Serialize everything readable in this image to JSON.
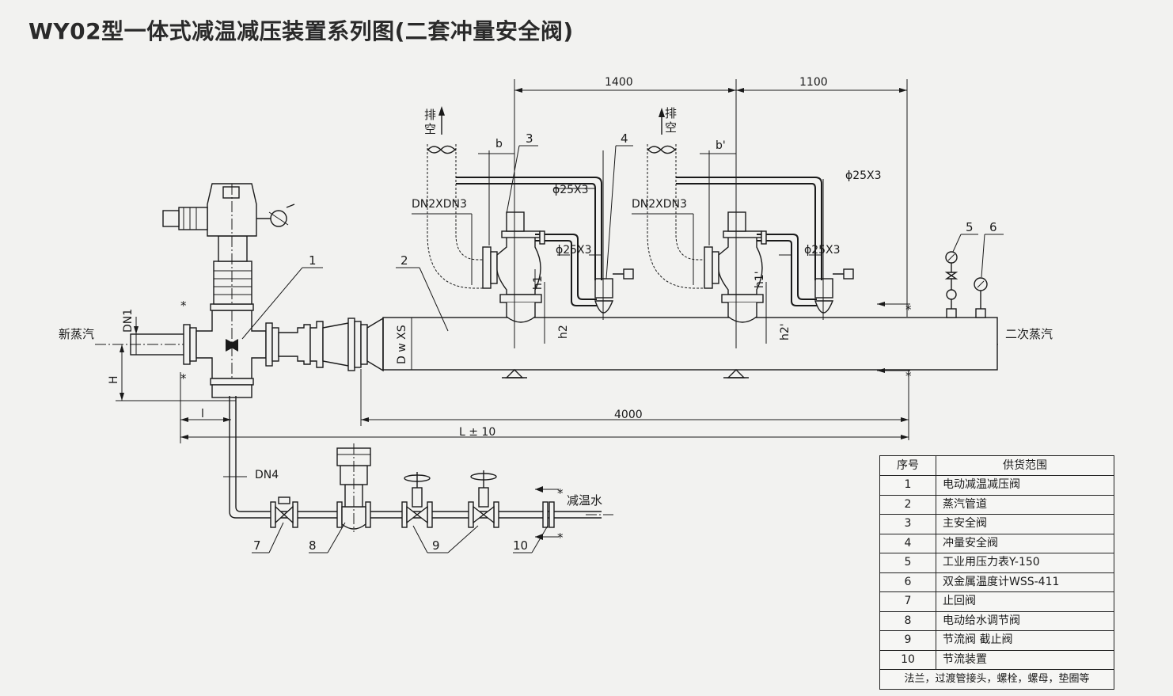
{
  "title": "WY02型一体式减温减压装置系列图(二套冲量安全阀)",
  "labels": {
    "steam_in": "新蒸汽",
    "steam_out": "二次蒸汽",
    "water_in": "减温水",
    "exhaust_1": "排空",
    "exhaust_2": "排空"
  },
  "dimensions": {
    "d1400": "1400",
    "d1100": "1100",
    "d4000": "4000",
    "L": "L ± 10",
    "l": "l",
    "H": "H",
    "DN1": "DN1",
    "DN4": "DN4",
    "DwXS": "D w XS",
    "b": "b",
    "b_prime": "b'",
    "h1": "h1",
    "h2": "h2",
    "h1_prime": "h1'",
    "h2_prime": "h2'",
    "dn2dn3": "DN2XDN3",
    "phi25_1": "ϕ25X3",
    "phi25_2": "ϕ25X3",
    "phi25_3": "ϕ25X3",
    "phi25_4": "ϕ25X3"
  },
  "callouts": [
    "1",
    "2",
    "3",
    "4",
    "5",
    "6",
    "7",
    "8",
    "9",
    "10"
  ],
  "table": {
    "header_no": "序号",
    "header_scope": "供货范围",
    "rows": [
      {
        "no": "1",
        "name": "电动减温减压阀"
      },
      {
        "no": "2",
        "name": "蒸汽管道"
      },
      {
        "no": "3",
        "name": "主安全阀"
      },
      {
        "no": "4",
        "name": "冲量安全阀"
      },
      {
        "no": "5",
        "name": "工业用压力表Y-150"
      },
      {
        "no": "6",
        "name": "双金属温度计WSS-411"
      },
      {
        "no": "7",
        "name": "止回阀"
      },
      {
        "no": "8",
        "name": "电动给水调节阀"
      },
      {
        "no": "9",
        "name": "节流阀 截止阀"
      },
      {
        "no": "10",
        "name": "节流装置"
      }
    ],
    "footer": "法兰，过渡管接头，螺栓，螺母，垫圈等"
  }
}
